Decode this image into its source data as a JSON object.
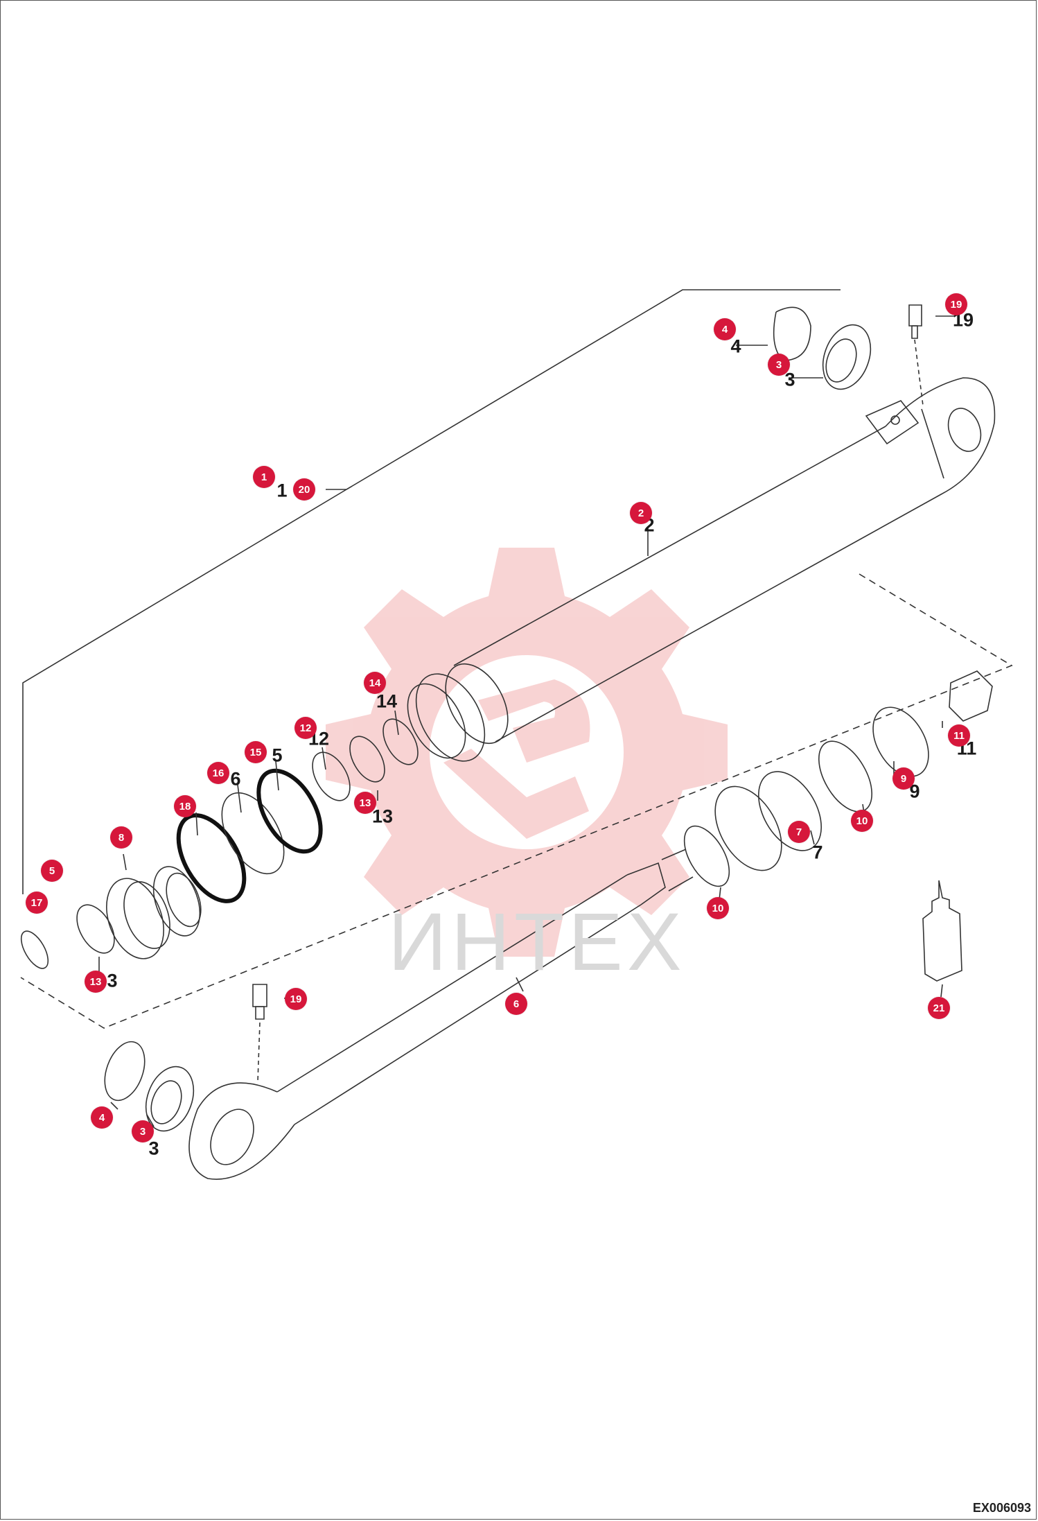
{
  "watermark": {
    "text": "ИНТЕХ",
    "color": "#f7cccc"
  },
  "drawing_code": "EX006093",
  "colors": {
    "callout_bg": "#d6173b",
    "callout_text": "#ffffff",
    "line": "#333333"
  },
  "callouts": [
    {
      "id": "c19a",
      "label": "19"
    },
    {
      "id": "c4a",
      "label": "4"
    },
    {
      "id": "c3a",
      "label": "3"
    },
    {
      "id": "c1",
      "label": "1"
    },
    {
      "id": "c20",
      "label": "20"
    },
    {
      "id": "c2",
      "label": "2"
    },
    {
      "id": "c14",
      "label": "14"
    },
    {
      "id": "c12",
      "label": "12"
    },
    {
      "id": "c15",
      "label": "15"
    },
    {
      "id": "c16",
      "label": "16"
    },
    {
      "id": "c18",
      "label": "18"
    },
    {
      "id": "c13a",
      "label": "13"
    },
    {
      "id": "c8",
      "label": "8"
    },
    {
      "id": "c5",
      "label": "5"
    },
    {
      "id": "c17",
      "label": "17"
    },
    {
      "id": "c13b",
      "label": "13"
    },
    {
      "id": "c11",
      "label": "11"
    },
    {
      "id": "c9",
      "label": "9"
    },
    {
      "id": "c10a",
      "label": "10"
    },
    {
      "id": "c7",
      "label": "7"
    },
    {
      "id": "c10b",
      "label": "10"
    },
    {
      "id": "c6",
      "label": "6"
    },
    {
      "id": "c21",
      "label": "21"
    },
    {
      "id": "c19b",
      "label": "19"
    },
    {
      "id": "c4b",
      "label": "4"
    },
    {
      "id": "c3b",
      "label": "3"
    }
  ],
  "part_numbers": [
    {
      "id": "n4a",
      "text": "4"
    },
    {
      "id": "n3a",
      "text": "3"
    },
    {
      "id": "n19a",
      "text": "19"
    },
    {
      "id": "n1",
      "text": "1"
    },
    {
      "id": "n2",
      "text": "2"
    },
    {
      "id": "n14",
      "text": "14"
    },
    {
      "id": "n12",
      "text": "12"
    },
    {
      "id": "n15",
      "text": "5"
    },
    {
      "id": "n16",
      "text": "6"
    },
    {
      "id": "n13a",
      "text": "13"
    },
    {
      "id": "n7",
      "text": "7"
    },
    {
      "id": "n9",
      "text": "9"
    },
    {
      "id": "n11",
      "text": "11"
    },
    {
      "id": "n13b",
      "text": "3"
    },
    {
      "id": "n3b",
      "text": "3"
    }
  ]
}
